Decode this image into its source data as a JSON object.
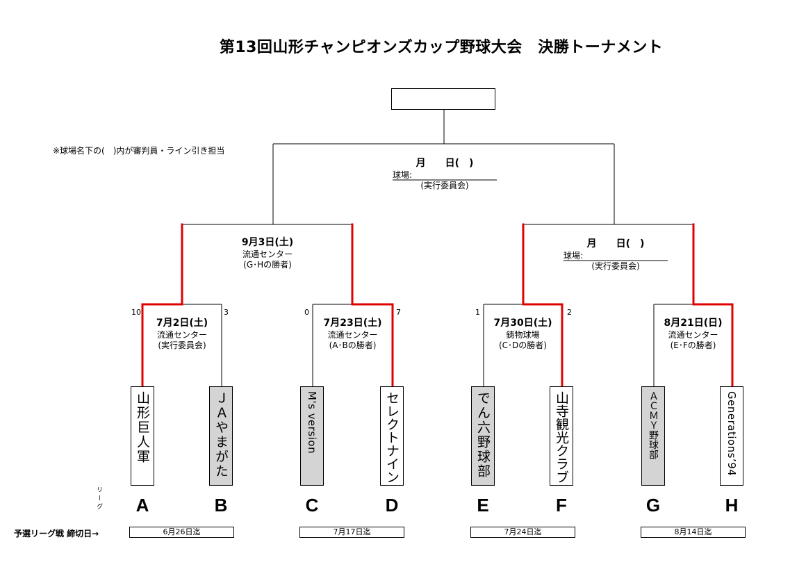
{
  "title": "第13回山形チャンピオンズカップ野球大会　決勝トーナメント",
  "note": "※球場名下の(　)内が審判員・ライン引き担当",
  "colors": {
    "winner_line": "#e00000",
    "line": "#000000",
    "team_gray": "#d4d4d4"
  },
  "final_match": {
    "date": "月　　日(　)",
    "venue": "球場:",
    "staff": "(実行委員会)"
  },
  "semifinals": [
    {
      "date": "9月3日(土)",
      "venue": "流通センター",
      "staff": "(G･Hの勝者)"
    },
    {
      "date": "月　　日(　)",
      "venue": "球場:",
      "staff": "(実行委員会)"
    }
  ],
  "quarterfinals": [
    {
      "date": "7月2日(土)",
      "venue": "流通センター",
      "staff": "(実行委員会)",
      "score_left": "10",
      "score_right": "3"
    },
    {
      "date": "7月23日(土)",
      "venue": "流通センター",
      "staff": "(A･Bの勝者)",
      "score_left": "0",
      "score_right": "7"
    },
    {
      "date": "7月30日(土)",
      "venue": "鋳物球場",
      "staff": "(C･Dの勝者)",
      "score_left": "1",
      "score_right": "2"
    },
    {
      "date": "8月21日(日)",
      "venue": "流通センター",
      "staff": "(E･Fの勝者)",
      "score_left": "",
      "score_right": ""
    }
  ],
  "teams": [
    {
      "name": "山形巨人軍",
      "league": "A",
      "shade": "white"
    },
    {
      "name": "ＪＡやまがた",
      "league": "B",
      "shade": "gray"
    },
    {
      "name": "M's version",
      "league": "C",
      "shade": "gray"
    },
    {
      "name": "セレクトナイン",
      "league": "D",
      "shade": "white"
    },
    {
      "name": "でん六野球部",
      "league": "E",
      "shade": "gray"
    },
    {
      "name": "山寺観光クラブ",
      "league": "F",
      "shade": "white"
    },
    {
      "name": "ＡＣＭＹ野球部",
      "league": "G",
      "shade": "gray"
    },
    {
      "name": "Generations’94",
      "league": "H",
      "shade": "white"
    }
  ],
  "league_label": "リーグ",
  "deadline_label": "予選リーグ戦 締切日→",
  "deadlines": [
    "6月26日迄",
    "7月17日迄",
    "7月24日迄",
    "8月14日迄"
  ]
}
